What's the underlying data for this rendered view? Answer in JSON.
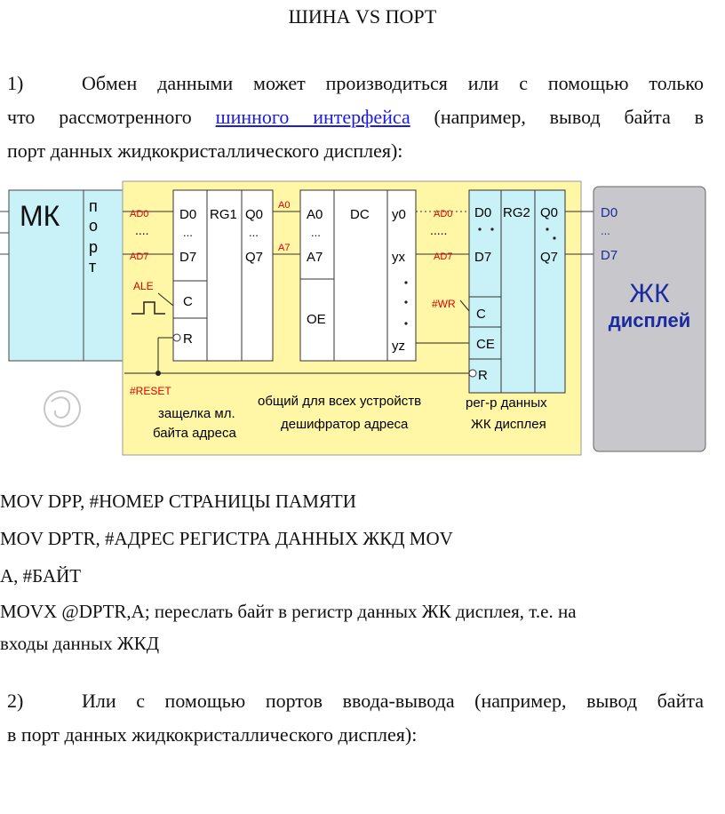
{
  "title": "ШИНА VS ПОРТ",
  "p1": {
    "num": "1)",
    "line1": "Обмен данными может производиться или с помощью только",
    "line2_pre": "что рассмотренного",
    "line2_link": "шинного интерфейса",
    "line2_post": "(например, вывод байта в",
    "line3": "порт данных жидкокристаллического дисплея):"
  },
  "diagram": {
    "mk": "МК",
    "port_letters": [
      "п",
      "о",
      "р",
      "т"
    ],
    "left": {
      "ad0": "AD0",
      "ad7": "AD7",
      "dots": "....",
      "ale": "ALE",
      "reset": "#RESET"
    },
    "latch": {
      "d0": "D0",
      "d7": "D7",
      "rg": "RG1",
      "q0": "Q0",
      "q7": "Q7",
      "c": "C",
      "r": "R",
      "dots": "...",
      "caption1": "защелка мл.",
      "caption2": "байта адреса"
    },
    "mid": {
      "a0": "A0",
      "a7": "A7"
    },
    "decoder": {
      "a0": "A0",
      "a7": "A7",
      "dc": "DC",
      "y0": "y0",
      "yx": "yx",
      "yz": "yz",
      "oe": "OE",
      "dots": "...",
      "caption1": "общий для всех устройств",
      "caption2": "дешифратор адреса"
    },
    "right": {
      "ad0": "AD0",
      "ad7": "AD7",
      "wr": "#WR",
      "dots": "....."
    },
    "reg": {
      "d0": "D0",
      "d7": "D7",
      "rg": "RG2",
      "q0": "Q0",
      "q7": "Q7",
      "c": "C",
      "ce": "CE",
      "r": "R",
      "caption1": "рег-р данных",
      "caption2": "ЖК дисплея"
    },
    "lcd": {
      "d0": "D0",
      "dots": "...",
      "d7": "D7",
      "title1": "ЖК",
      "title2": "дисплей"
    }
  },
  "code": {
    "line1": "MOV DPP, #НОМЕР СТРАНИЦЫ ПАМЯТИ",
    "line2": "MOV DPTR, #АДРЕС РЕГИСТРА ДАННЫХ ЖКД MOV",
    "line3": "A, #БАЙТ",
    "line4": "MOVX @DPTR,A; переслать байт в регистр данных ЖК дисплея, т.е. на",
    "line5": "входы данных ЖКД"
  },
  "p2": {
    "num": "2)",
    "line1": "Или с помощью портов ввода-вывода (например, вывод байта",
    "line2": "в порт данных жидкокристаллического дисплея):"
  },
  "colors": {
    "yellow": "#fff6a6",
    "cyan": "#c8f2f8",
    "gray": "#c8c8cc",
    "red": "#e00000",
    "blue": "#1a2aa0"
  }
}
